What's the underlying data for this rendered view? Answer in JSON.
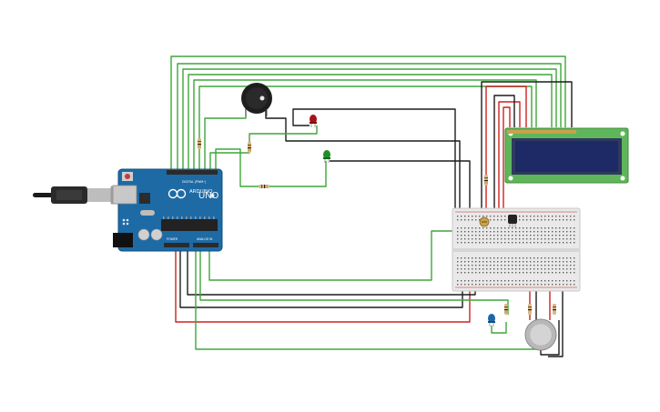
{
  "board": {
    "brand_label": "ARDUINO",
    "model_label": "UNO",
    "digital_label": "DIGITAL (PWM~)",
    "analog_label": "ANALOG IN",
    "power_label": "POWER"
  },
  "lcd": {
    "line1": "",
    "line2": ""
  },
  "wire_colors": {
    "signal": "#3fa53a",
    "ground": "#1c1c1c",
    "power": "#cc2222"
  }
}
